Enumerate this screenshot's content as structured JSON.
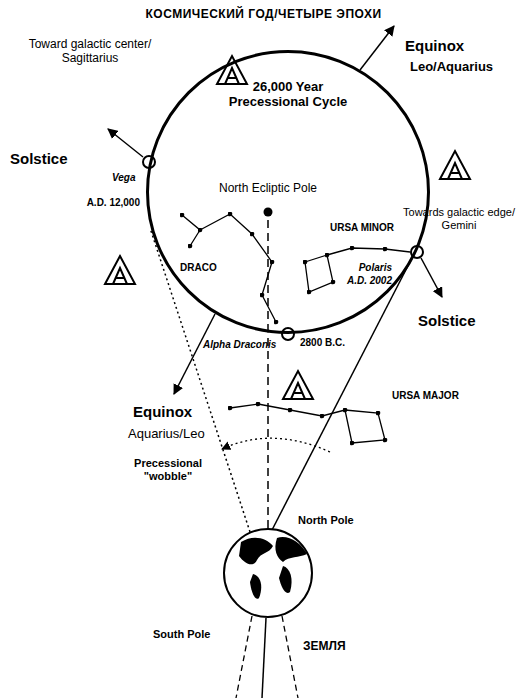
{
  "diagram": {
    "title": "КОСМИЧЕСКИЙ ГОД/ЧЕТЫРЕ ЭПОХИ",
    "nodes": [
      {
        "text": [
          "26,000 Year Precessional Cycle"
        ]
      },
      {
        "text": [
          "North Pole",
          "South Pole",
          "ЗЕМЛЯ"
        ]
      }
    ],
    "edges": [
      {
        "from": 1,
        "to": 0,
        "arrow": "none"
      }
    ],
    "labels": [
      "Toward galactic center/ Sagittarius",
      "Solstice",
      "Vega",
      "A.D. 12,000",
      "Equinox",
      "Leo/Aquarius",
      "North Ecliptic Pole",
      "DRACO",
      "URSA MINOR",
      "Towards galactic edge/ Gemini",
      "Polaris",
      "A.D. 2002",
      "Solstice",
      "2800 B.C.",
      "Alpha Draconis",
      "Equinox",
      "Aquarius/Leo",
      "URSA MAJOR",
      "Precessional \"wobble\""
    ]
  }
}
